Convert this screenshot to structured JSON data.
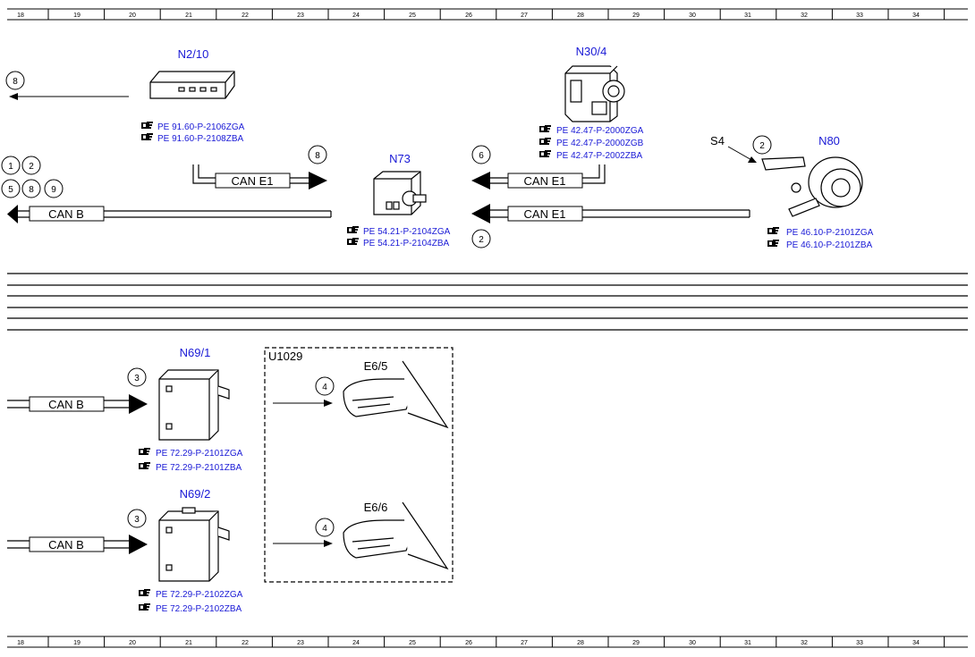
{
  "ruler": {
    "top": [
      "18",
      "19",
      "20",
      "21",
      "22",
      "23",
      "24",
      "25",
      "26",
      "27",
      "28",
      "29",
      "30",
      "31",
      "32",
      "33",
      "34"
    ],
    "bottom": [
      "18",
      "19",
      "20",
      "21",
      "22",
      "23",
      "24",
      "25",
      "26",
      "27",
      "28",
      "29",
      "30",
      "31",
      "32",
      "33",
      "34"
    ]
  },
  "components": {
    "n2_10": {
      "id": "N2/10",
      "refs": [
        "PE 91.60-P-2106ZGA",
        "PE 91.60-P-2108ZBA"
      ]
    },
    "n30_4": {
      "id": "N30/4",
      "refs": [
        "PE 42.47-P-2000ZGA",
        "PE 42.47-P-2000ZGB",
        "PE 42.47-P-2002ZBA"
      ]
    },
    "n73": {
      "id": "N73",
      "refs": [
        "PE 54.21-P-2104ZGA",
        "PE 54.21-P-2104ZBA"
      ]
    },
    "n80": {
      "id": "N80",
      "refs": [
        "PE 46.10-P-2101ZGA",
        "PE 46.10-P-2101ZBA"
      ]
    },
    "s4": {
      "id": "S4"
    },
    "n69_1": {
      "id": "N69/1",
      "refs": [
        "PE 72.29-P-2101ZGA",
        "PE 72.29-P-2101ZBA"
      ]
    },
    "n69_2": {
      "id": "N69/2",
      "refs": [
        "PE 72.29-P-2102ZGA",
        "PE 72.29-P-2102ZBA"
      ]
    },
    "u1029": {
      "id": "U1029"
    },
    "e6_5": {
      "id": "E6/5"
    },
    "e6_6": {
      "id": "E6/6"
    }
  },
  "buses": {
    "can_e1_left": "CAN E1",
    "can_b_left": "CAN B",
    "can_e1_right_top": "CAN E1",
    "can_e1_right_bottom": "CAN E1",
    "can_b_n69_1": "CAN B",
    "can_b_n69_2": "CAN B"
  },
  "circles": {
    "c8_top": "8",
    "c1_left": "1",
    "c2_left": "2",
    "c5_left": "5",
    "c8_left": "8",
    "c9_left": "9",
    "c8_n73": "8",
    "c6": "6",
    "c2_bottom": "2",
    "c2_s4": "2",
    "c3_n69_1": "3",
    "c3_n69_2": "3",
    "c4_e6_5": "4",
    "c4_e6_6": "4"
  },
  "colors": {
    "component_id": "#1a1ad6",
    "reference": "#1a1ad6",
    "line": "#000000"
  }
}
